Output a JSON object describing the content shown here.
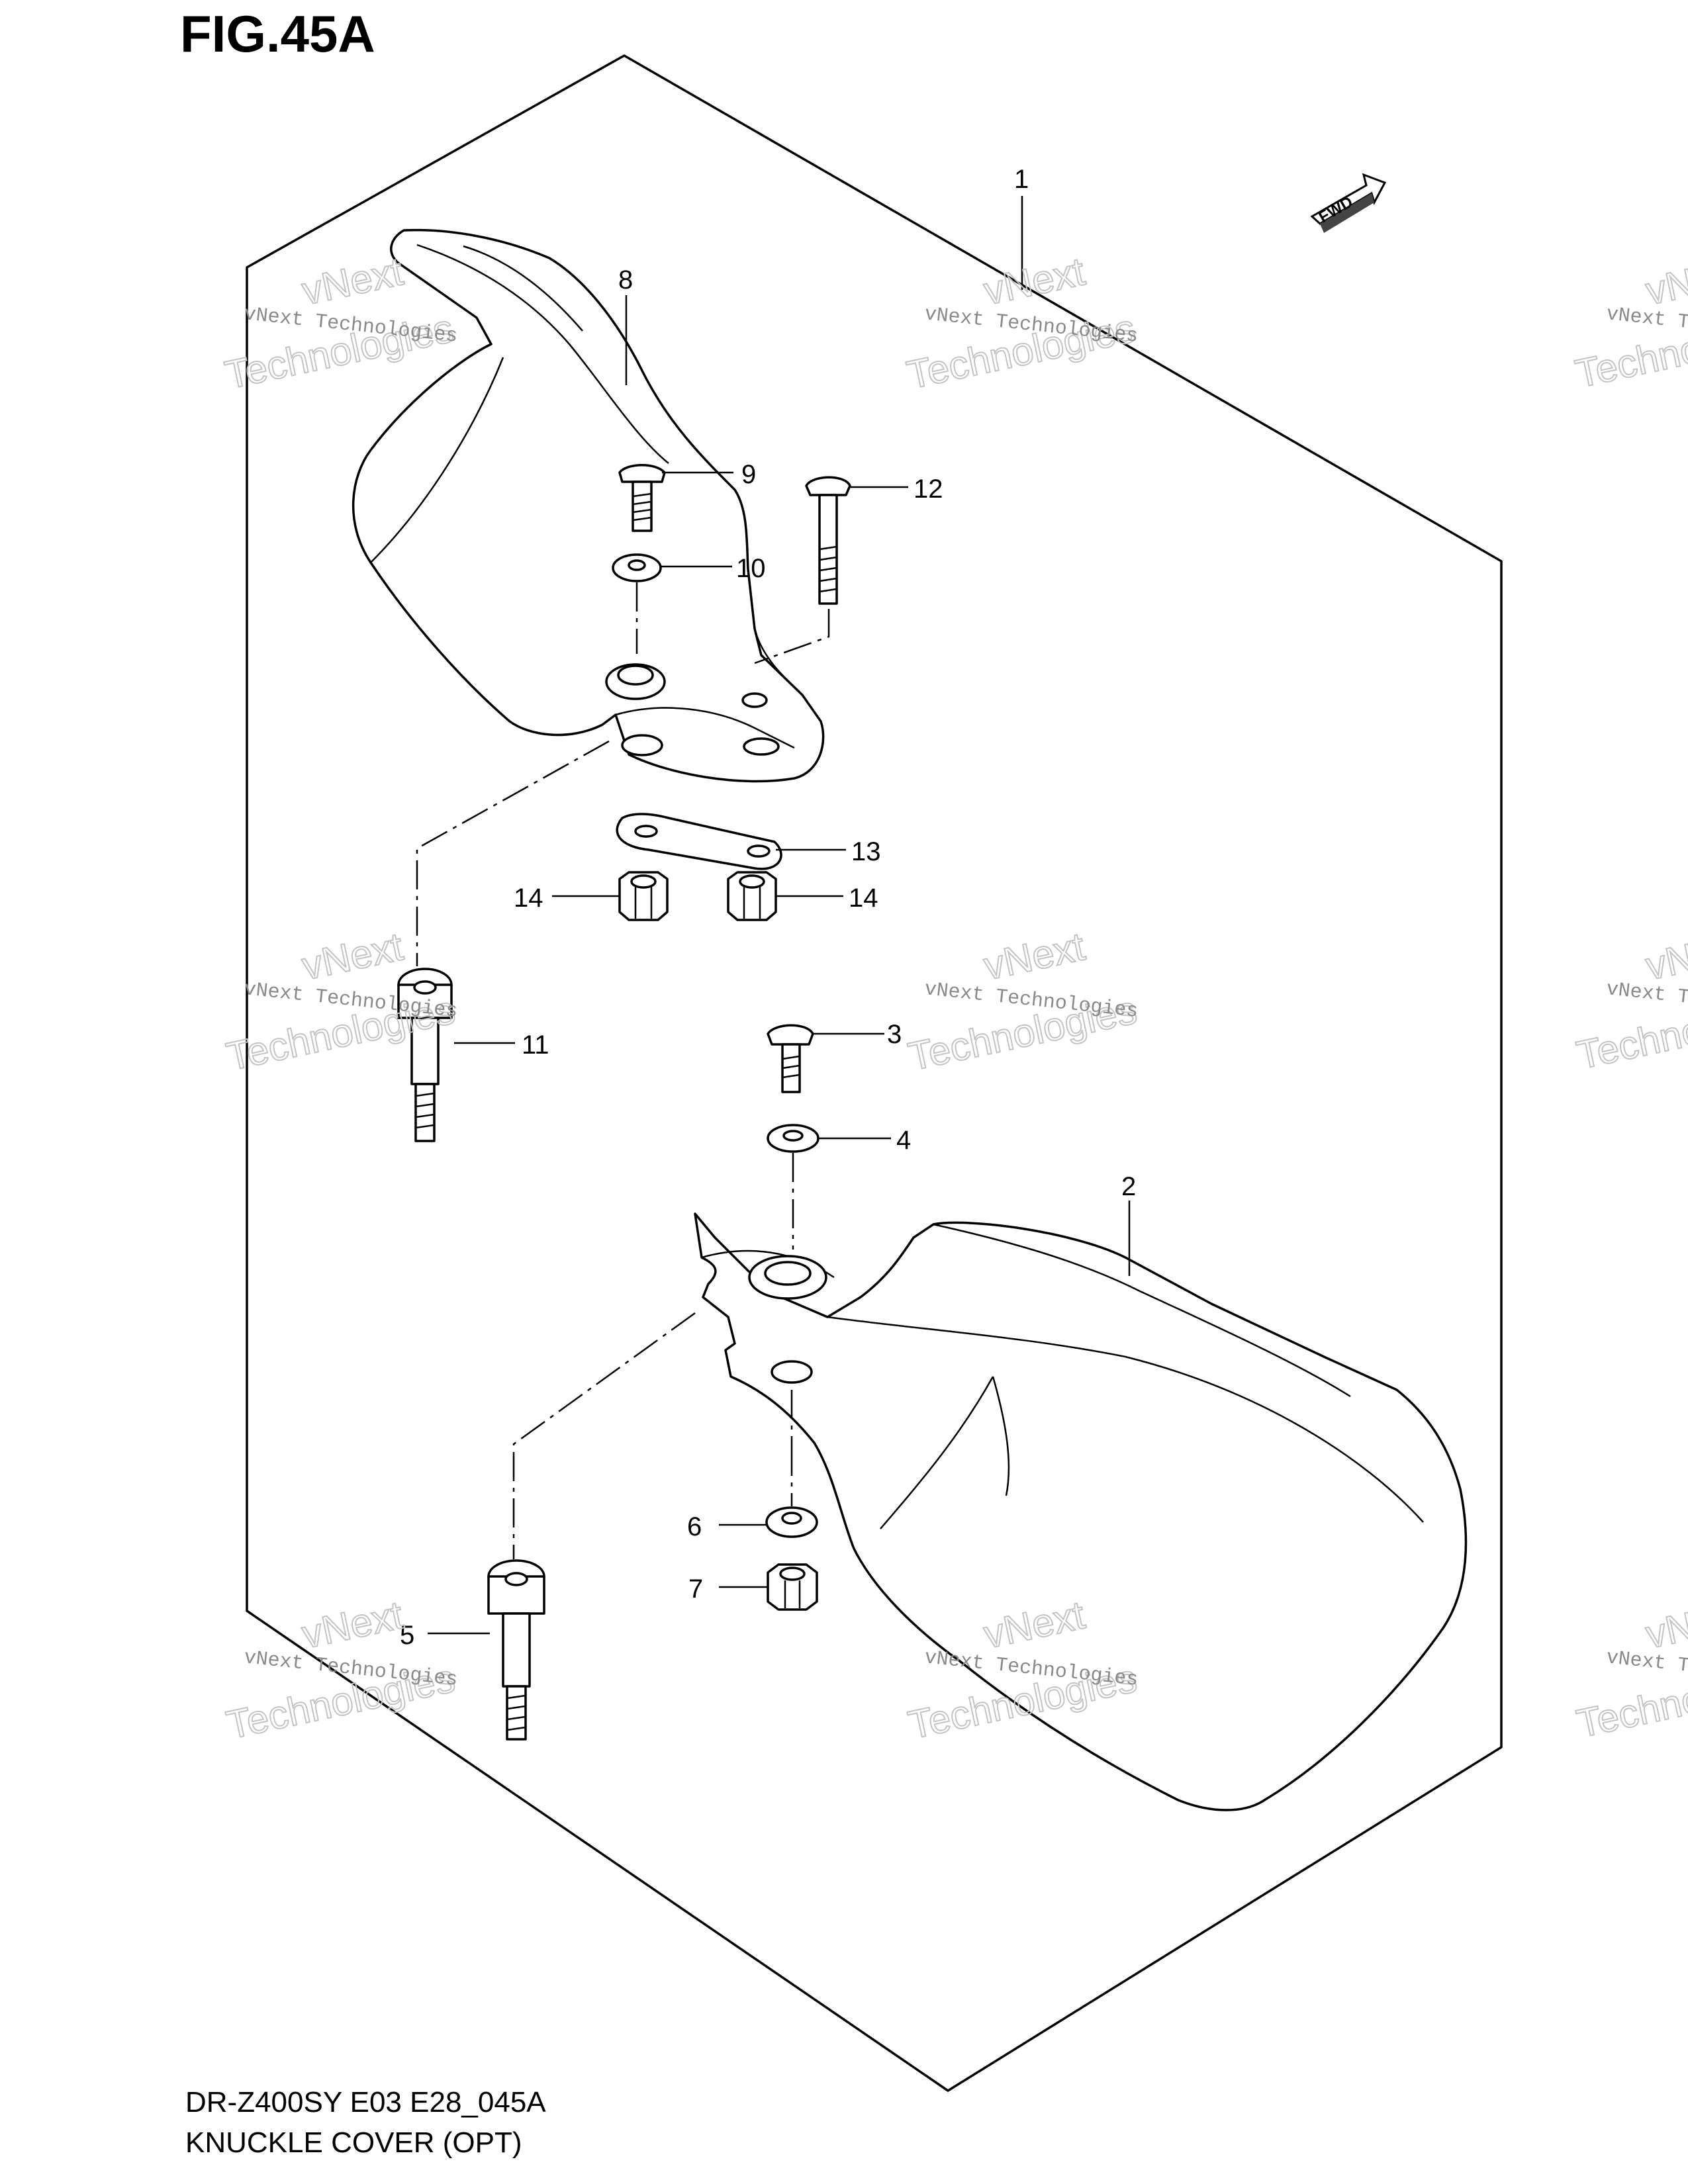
{
  "figure": {
    "title": "FIG.45A",
    "model_code": "DR-Z400SY E03 E28_045A",
    "section_name": "KNUCKLE COVER (OPT)",
    "fwd_label": "FWD"
  },
  "callouts": {
    "p1": "1",
    "p2": "2",
    "p3": "3",
    "p4": "4",
    "p5": "5",
    "p6": "6",
    "p7": "7",
    "p8": "8",
    "p9": "9",
    "p10": "10",
    "p11": "11",
    "p12": "12",
    "p13": "13",
    "p14a": "14",
    "p14b": "14"
  },
  "watermark": {
    "line1": "vNext Technologies",
    "line2": "vNext",
    "line3": "Technologies"
  }
}
